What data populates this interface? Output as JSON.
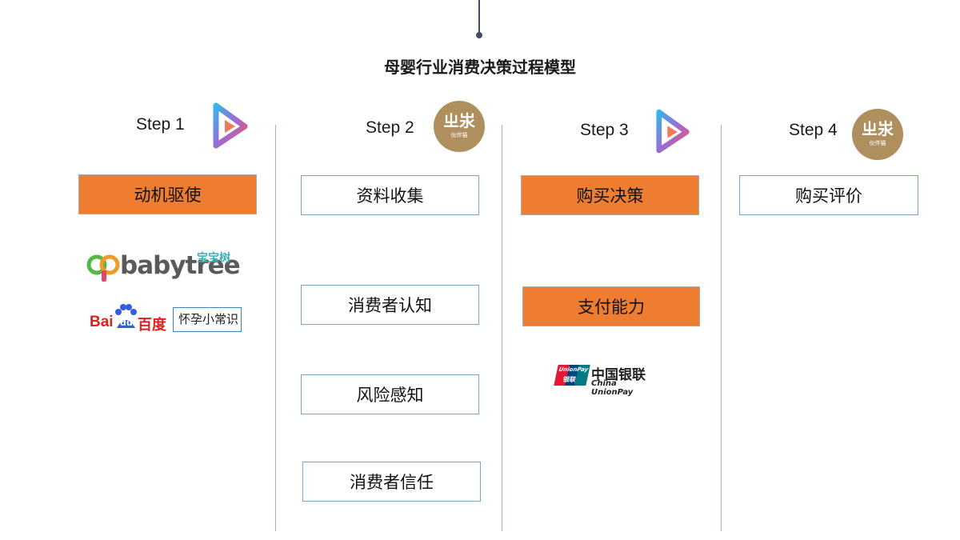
{
  "title": "母婴行业消费决策过程模型",
  "steps": [
    {
      "label": "Step 1",
      "logo": "play-logo-icon",
      "boxes": [
        "动机驱使"
      ]
    },
    {
      "label": "Step 2",
      "logo": "gold-seal-icon",
      "boxes": [
        "资料收集",
        "消费者认知",
        "风险感知",
        "消费者信任"
      ]
    },
    {
      "label": "Step 3",
      "logo": "play-logo-icon",
      "boxes": [
        "购买决策",
        "支付能力"
      ]
    },
    {
      "label": "Step 4",
      "logo": "gold-seal-icon",
      "boxes": [
        "购买评价"
      ]
    }
  ],
  "babytree": {
    "wordmark": "babytree",
    "cn": "宝宝树"
  },
  "baidu": {
    "text_left": "Bai",
    "text_du": "du",
    "text_cn": "百度",
    "search_value": "怀孕小常识"
  },
  "unionpay": {
    "badge": "UnionPay",
    "badge_cn": "银联",
    "cn": "中国银联",
    "en": "China UnionPay"
  },
  "seal": {
    "glyph": "ㄓ汖",
    "caption": "伙伴猫"
  },
  "colors": {
    "accent_orange": "#ef7d31",
    "divider_blue": "#8fb3d6",
    "box_border_blue": "#7aa3c8",
    "seal_gold": "#b08f5e"
  }
}
